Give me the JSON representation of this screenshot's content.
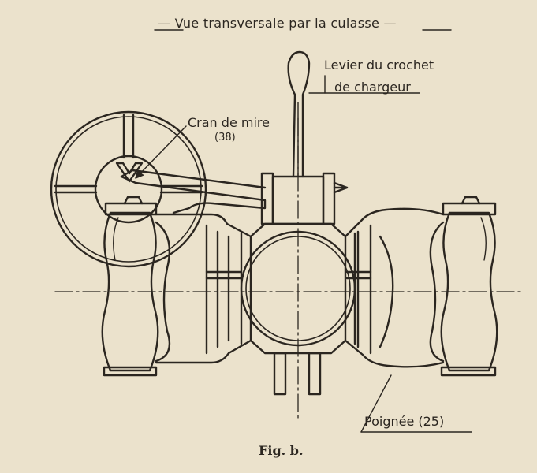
{
  "title": "— Vue transversale par la culasse —",
  "labels": {
    "lever_line1": "Levier du crochet",
    "lever_line2": "de chargeur",
    "sight_line1": "Cran de mire",
    "sight_line2": "(38)",
    "handle": "Poignée (25)"
  },
  "caption": "Fig. b.",
  "colors": {
    "paper": "#ebe2cc",
    "ink": "#2b2620"
  }
}
